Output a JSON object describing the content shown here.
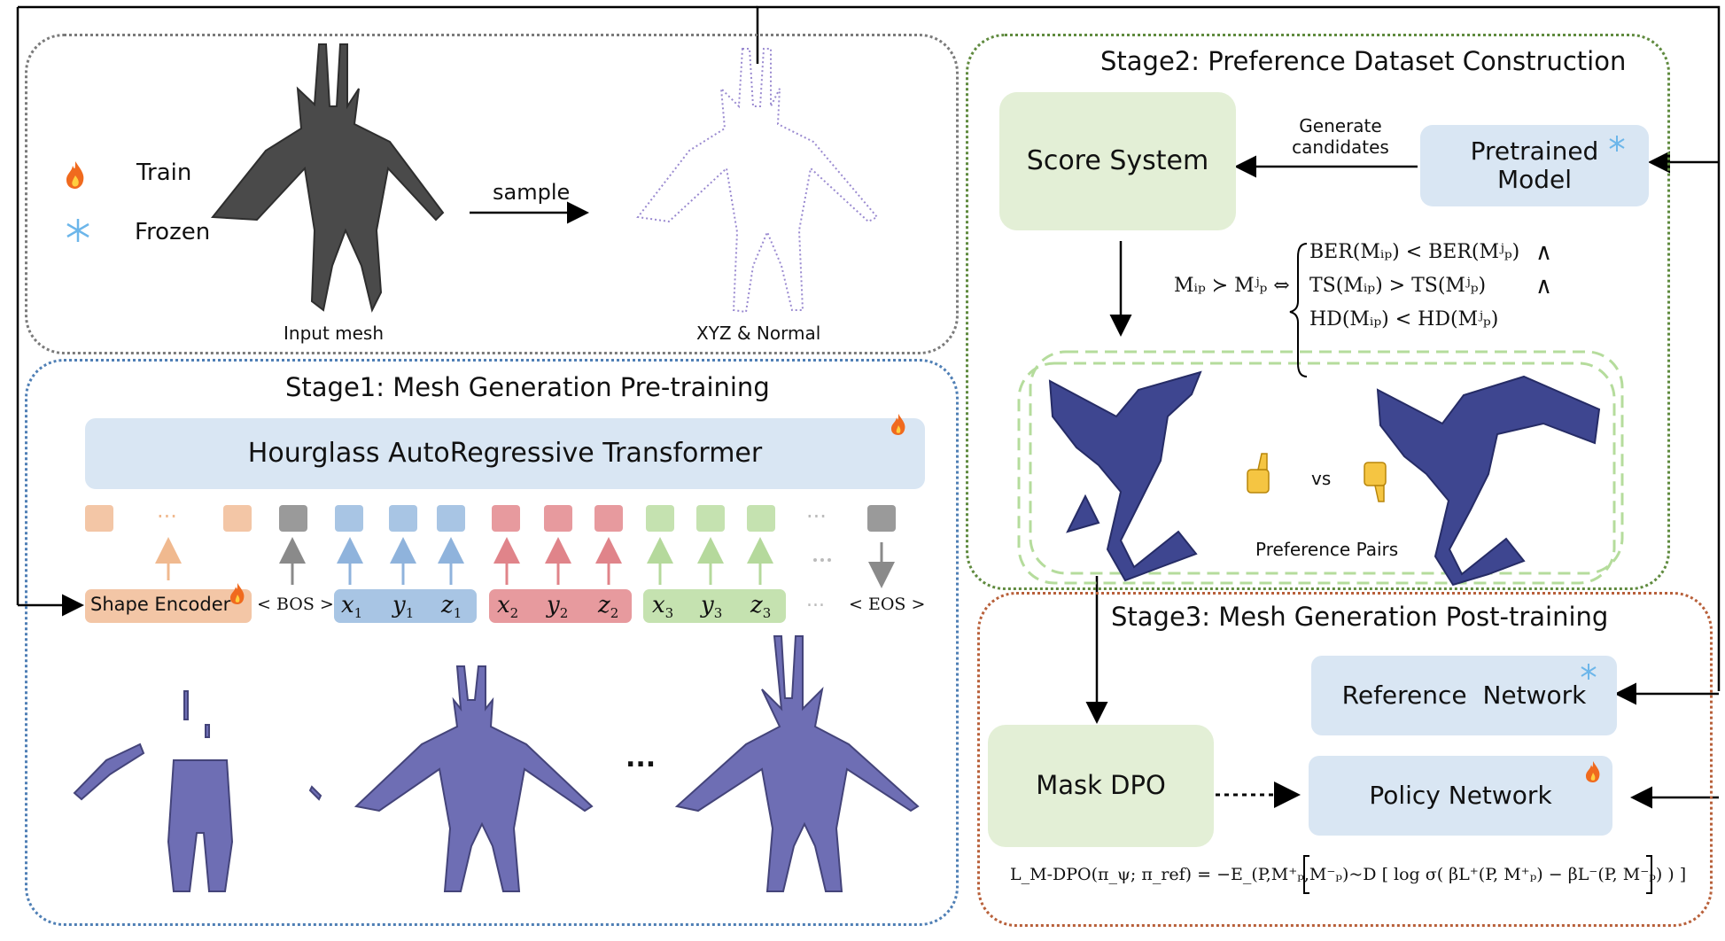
{
  "legend": {
    "train": "Train",
    "frozen": "Frozen"
  },
  "top_panel": {
    "sample_label": "sample",
    "input_caption": "Input mesh",
    "xyz_caption": "XYZ & Normal"
  },
  "stage1": {
    "title": "Stage1: Mesh Generation Pre-training",
    "transformer": "Hourglass AutoRegressive Transformer",
    "shape_encoder": "Shape Encoder",
    "bos": "< BOS >",
    "eos": "< EOS >",
    "ellipsis": "...",
    "progress_ellipsis": "...",
    "tokens": {
      "x1": "x",
      "x1_sub": "1",
      "y1": "y",
      "y1_sub": "1",
      "z1": "z",
      "z1_sub": "1",
      "x2": "x",
      "x2_sub": "2",
      "y2": "y",
      "y2_sub": "2",
      "z2": "z",
      "z2_sub": "2",
      "x3": "x",
      "x3_sub": "3",
      "y3": "y",
      "y3_sub": "3",
      "z3": "z",
      "z3_sub": "3"
    }
  },
  "stage2": {
    "title": "Stage2:  Preference Dataset Construction",
    "score_system": "Score System",
    "pretrained_model": "Pretrained Model",
    "generate_candidates": "Generate candidates",
    "vs": "vs",
    "preference_pairs": "Preference Pairs",
    "condition_lhs": "Mᵢₚ ≻ Mʲₚ ⇔",
    "condition_lines": [
      "BER(Mᵢₚ) < BER(Mʲₚ)",
      "TS(Mᵢₚ) > TS(Mʲₚ)",
      "HD(Mᵢₚ) < HD(Mʲₚ)"
    ],
    "and_symbol": "∧"
  },
  "stage3": {
    "title": "Stage3:  Mesh Generation Post-training",
    "reference_network": "Reference  Network",
    "policy_network": "Policy Network",
    "mask_dpo": "Mask DPO",
    "loss": "L_M-DPO(π_ψ; π_ref) = −E_(P,M⁺ₚ,M⁻ₚ)~D [ log σ( βL⁺(P, M⁺ₚ) − βL⁻(P, M⁻ₚ) ) ]"
  },
  "colors": {
    "panel_top": "#7a7a7a",
    "panel_stage1": "#4f7fb5",
    "panel_stage2": "#5f8a3e",
    "panel_stage3": "#b8603a",
    "green_box": "#e3efd6",
    "blue_box": "#d9e6f3",
    "orange": "#f3c6a6",
    "gray_token": "#9a9a9a",
    "blue_token": "#a8c5e4",
    "red_token": "#e79a9e",
    "green_token": "#c5e2b0",
    "mesh_purple": "#6e6eb4"
  },
  "icons": {
    "train": "fire-icon",
    "frozen": "snowflake-icon",
    "like": "thumbs-up-icon",
    "dislike": "thumbs-down-icon"
  }
}
